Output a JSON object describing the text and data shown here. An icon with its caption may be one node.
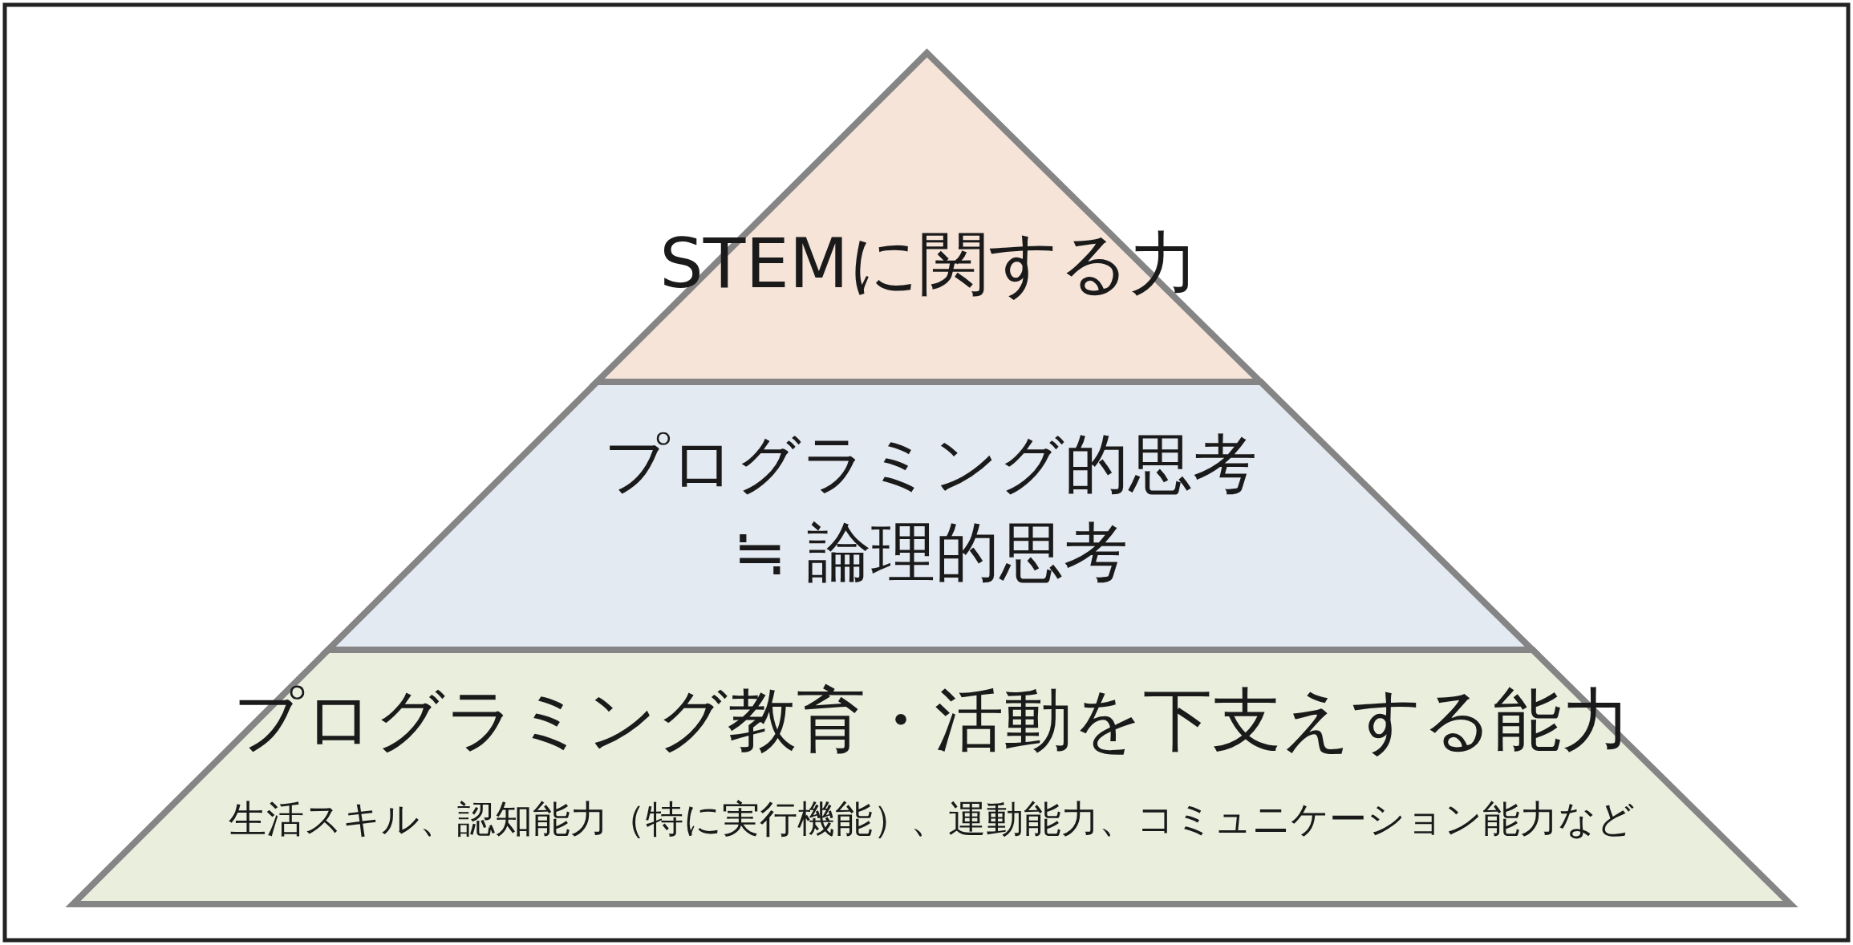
{
  "diagram": {
    "nodes": [
      {
        "text": [
          "STEMに関する力"
        ]
      },
      {
        "text": [
          "プログラミング的思考",
          "≒ 論理的思考"
        ]
      },
      {
        "text": [
          "プログラミング教育・活動を下支えする能力",
          "生活スキル、認知能力（特に実行機能）、運動能力、コミュニケーション能力など"
        ]
      }
    ]
  }
}
